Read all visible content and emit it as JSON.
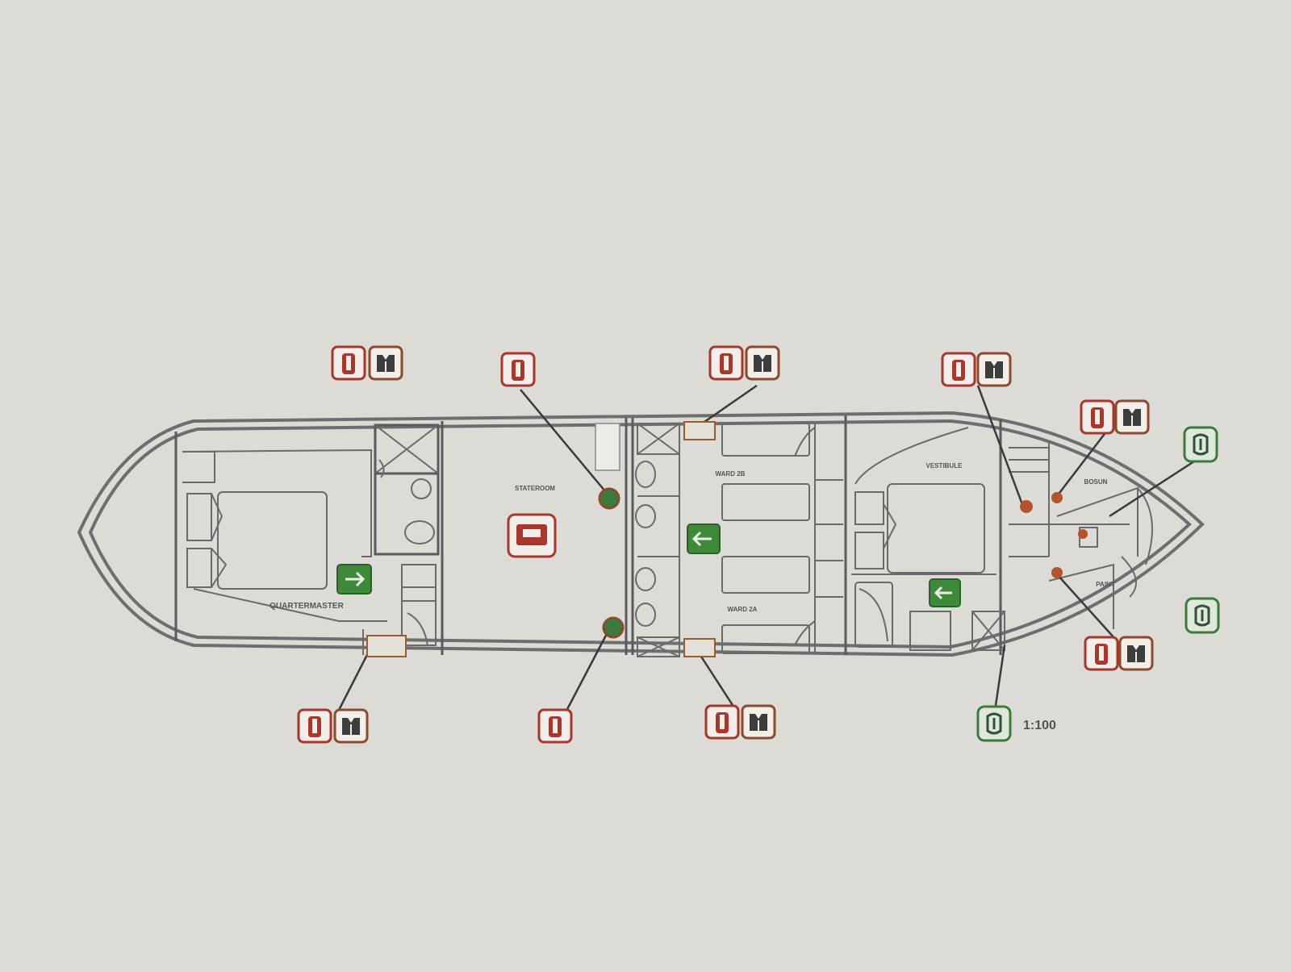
{
  "colors": {
    "background": "#dcdbd6",
    "hull": "#6e6e6e",
    "fire_sign": "#a8382d",
    "safety_sign": "#3b7a3c",
    "exit_sign": "#3f8a3a"
  },
  "room_labels": {
    "aft": "QUARTERMASTER",
    "mid": "STATEROOM",
    "corridor_upper": "WARD 2B",
    "corridor_lower": "WARD 2A",
    "fwd": "VESTIBULE",
    "bow_upper": "BOSUN",
    "bow_lower": "PAINT"
  },
  "scale_note": "1:100",
  "icons": {
    "extinguisher": "fire-extinguisher-icon",
    "lifejacket": "lifejacket-icon",
    "assembly": "assembly-point-icon",
    "exit": "emergency-exit-icon",
    "fire_alarm": "fire-alarm-icon"
  }
}
